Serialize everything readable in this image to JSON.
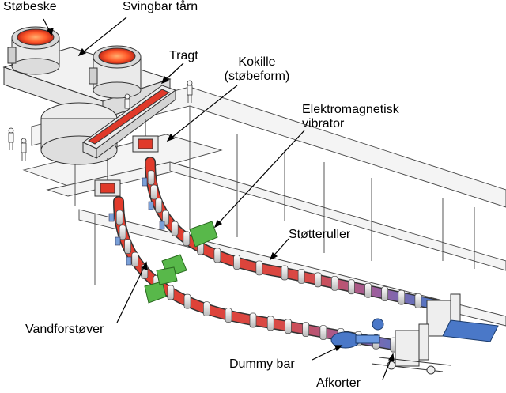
{
  "labels": {
    "stobeske": "Støbeske",
    "svingbar": "Svingbar tårn",
    "tragt": "Tragt",
    "kokille_1": "Kokille",
    "kokille_2": "(støbeform)",
    "elektro_1": "Elektromagnetisk",
    "elektro_2": "vibrator",
    "stotteruller": "Støtteruller",
    "vandforstover": "Vandforstøver",
    "dummy_bar": "Dummy bar",
    "afkorter": "Afkorter"
  },
  "colors": {
    "steel_hot": "#e03a2a",
    "steel_cool": "#4a78c8",
    "vibrator": "#58b84a",
    "frame": "#f4f4f4",
    "outline": "#333333",
    "roller": "#d8d8d8",
    "ladle_glow": "#ff7040"
  },
  "icons": [
    "ladle-icon",
    "turret-icon",
    "tundish-icon",
    "mould-icon",
    "vibrator-icon",
    "roller-icon",
    "spray-icon",
    "dummy-bar-icon",
    "cutter-icon",
    "worker-icon"
  ]
}
